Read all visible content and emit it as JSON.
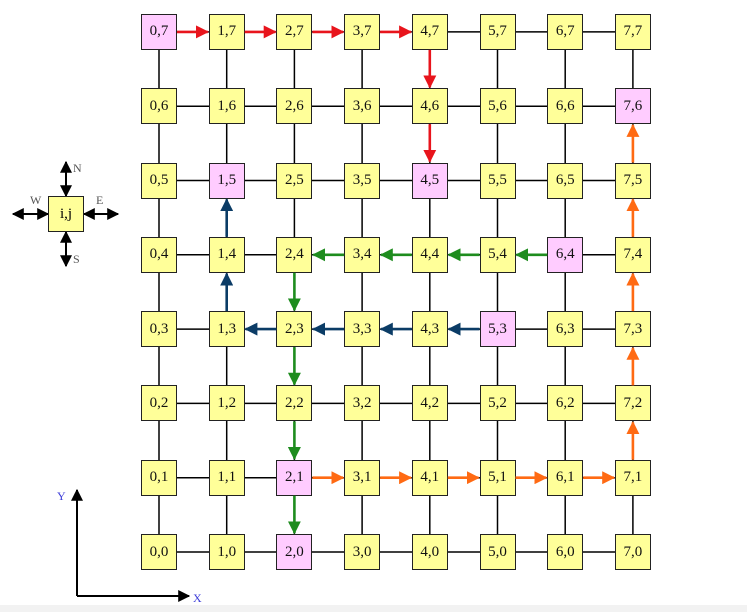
{
  "grid": {
    "cols": 8,
    "rows": 8,
    "highlighted": [
      "0,7",
      "1,5",
      "4,5",
      "7,6",
      "6,4",
      "5,3",
      "2,1",
      "2,0"
    ]
  },
  "colors": {
    "node_fill": "#ffff99",
    "node_highlight": "#ffccff",
    "red": "#e8141c",
    "blue": "#0b3c66",
    "green": "#1e8c1e",
    "orange": "#ff6a13",
    "link": "#000000",
    "axis_label": "#3d3dd9"
  },
  "paths": [
    {
      "color": "red",
      "arrows": [
        [
          "0,7",
          "1,7"
        ],
        [
          "1,7",
          "2,7"
        ],
        [
          "2,7",
          "3,7"
        ],
        [
          "3,7",
          "4,7"
        ],
        [
          "4,7",
          "4,6"
        ],
        [
          "4,6",
          "4,5"
        ]
      ]
    },
    {
      "color": "blue",
      "arrows": [
        [
          "5,3",
          "4,3"
        ],
        [
          "4,3",
          "3,3"
        ],
        [
          "3,3",
          "2,3"
        ],
        [
          "2,3",
          "1,3"
        ],
        [
          "1,3",
          "1,4"
        ],
        [
          "1,4",
          "1,5"
        ]
      ]
    },
    {
      "color": "green",
      "arrows": [
        [
          "6,4",
          "5,4"
        ],
        [
          "5,4",
          "4,4"
        ],
        [
          "4,4",
          "3,4"
        ],
        [
          "3,4",
          "2,4"
        ],
        [
          "2,4",
          "2,3"
        ],
        [
          "2,3",
          "2,2"
        ],
        [
          "2,2",
          "2,1"
        ],
        [
          "2,1",
          "2,0"
        ]
      ]
    },
    {
      "color": "orange",
      "arrows": [
        [
          "2,1",
          "3,1"
        ],
        [
          "3,1",
          "4,1"
        ],
        [
          "4,1",
          "5,1"
        ],
        [
          "5,1",
          "6,1"
        ],
        [
          "6,1",
          "7,1"
        ],
        [
          "7,1",
          "7,2"
        ],
        [
          "7,2",
          "7,3"
        ],
        [
          "7,3",
          "7,4"
        ],
        [
          "7,4",
          "7,5"
        ],
        [
          "7,5",
          "7,6"
        ]
      ]
    }
  ],
  "legend": {
    "node_label": "i,j",
    "north": "N",
    "south": "S",
    "east": "E",
    "west": "W"
  },
  "axes": {
    "x_label": "X",
    "y_label": "Y"
  }
}
